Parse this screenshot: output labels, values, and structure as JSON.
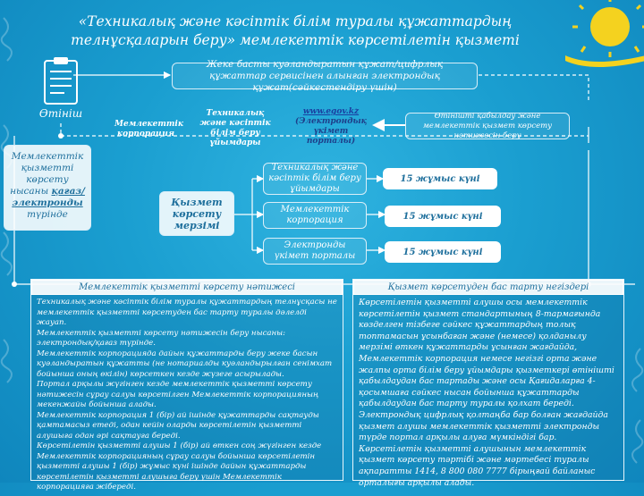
{
  "title": "«Техникалық және кәсіптік білім туралы құжаттардың телнұсқаларын беру» мемлекеттік көрсетілетін қызметі",
  "applicant": {
    "label": "Өтініш"
  },
  "top_box": "Жеке басты куәландыратын құжат/цифрлық құжаттар сервисінен алынған электрондық құжат(сәйкестендіру үшін)",
  "channels": {
    "state_corp": "Мемлекеттік корпорация",
    "colleges": "Техникалық және кәсіптік білім беру ұйымдары",
    "egov_link": "www.egov.kz",
    "egov_text": "(Электрондық үкімет порталы)"
  },
  "receive_box": "Өтінішті қабылдау және мемлекеттік қызмет көрсету нәтижесін беру",
  "left_box": {
    "pre": "Мемлекеттік қызметті көрсету нысаны ",
    "link": "қағаз/ электронды",
    "post": " түрінде"
  },
  "term_box": "Қызмет көрсету мерзімі",
  "providers": [
    {
      "label": "Техникалық және кәсіптік білім беру ұйымдары",
      "days": "15 жұмыс күні"
    },
    {
      "label": "Мемлекеттік корпорация",
      "days": "15 жұмыс күні"
    },
    {
      "label": "Электронды үкімет порталы",
      "days": "15 жұмыс күні"
    }
  ],
  "result_panel": {
    "heading": "Мемлекеттік қызметті көрсету нәтижесі",
    "paragraphs": [
      "Техникалық және кәсіптік білім туралы құжаттардың телнұсқасы не мемлекеттік қызметті көрсетуден бас тарту туралы дәлелді жауап.",
      "Мемлекеттік қызметті көрсету нәтижесін беру нысаны: электрондық/қағаз түрінде.",
      "Мемлекеттік корпорацияда дайын құжаттарды беру жеке басын куәландыратын құжатты (не нотариалды куәландырылған сенімхат бойынша оның өкілін) көрсеткен кезде жүзеге асырылады.",
      "Портал арқылы жүгінген кезде мемлекеттік қызметті көрсету нәтижесін сұрау салуы көрсетілген Мемлекеттік корпорацияның мекенжайы бойынша алады.",
      "Мемлекеттік корпорация 1 (бір) ай ішінде құжаттарды сақтауды қамтамасыз етеді, одан кейін оларды көрсетілетін қызметті алушыға одан әрі сақтауға береді.",
      "Көрсетілетін қызметті алушы 1 (бір) ай өткен соң жүгінген кезде Мемлекеттік корпорацияның сұрау салуы бойынша көрсетілетін қызметті алушы 1 (бір) жұмыс күні ішінде дайын құжаттарды көрсетілетін қызметті алушыға беру үшін Мемлекеттік корпорацияға жібереді."
    ]
  },
  "refusal_panel": {
    "heading": "Қызмет көрсетуден бас тарту негіздері",
    "paragraphs": [
      "Көрсетілетін қызметті алушы осы мемлекеттік көрсетілетін қызмет стандартының 8-тармағында көзделген тізбеге сәйкес құжаттардың толық топтамасын ұсынбаған және (немесе) қолданылу мерзімі өткен құжаттарды ұсынған жағдайда, Мемлекеттік корпорация немесе негізгі орта және жалпы орта білім беру ұйымдары қызметкері өтінішті қабылдаудан бас тартады және осы Қағидаларға 4-қосымшаға сәйкес нысан бойынша құжаттарды қабылдаудан бас тарту туралы қолхат береді.",
      "Электрондық цифрлық қолтаңба бар болған жағдайда қызмет алушы мемлекеттік қызметті электронды түрде портал арқылы алуға мүмкіндігі бар.",
      "Көрсетілетін қызметті алушынын мемлекеттік қызмет көрсету тәртібі және мәртебесі туралы ақпаратты 1414, 8 800 080 7777 бірыңғай байланыс орталығы арқылы алады."
    ]
  },
  "colors": {
    "background": "#1a9ed0",
    "accent": "#1e6f9c",
    "sun": "#f4d21f"
  }
}
